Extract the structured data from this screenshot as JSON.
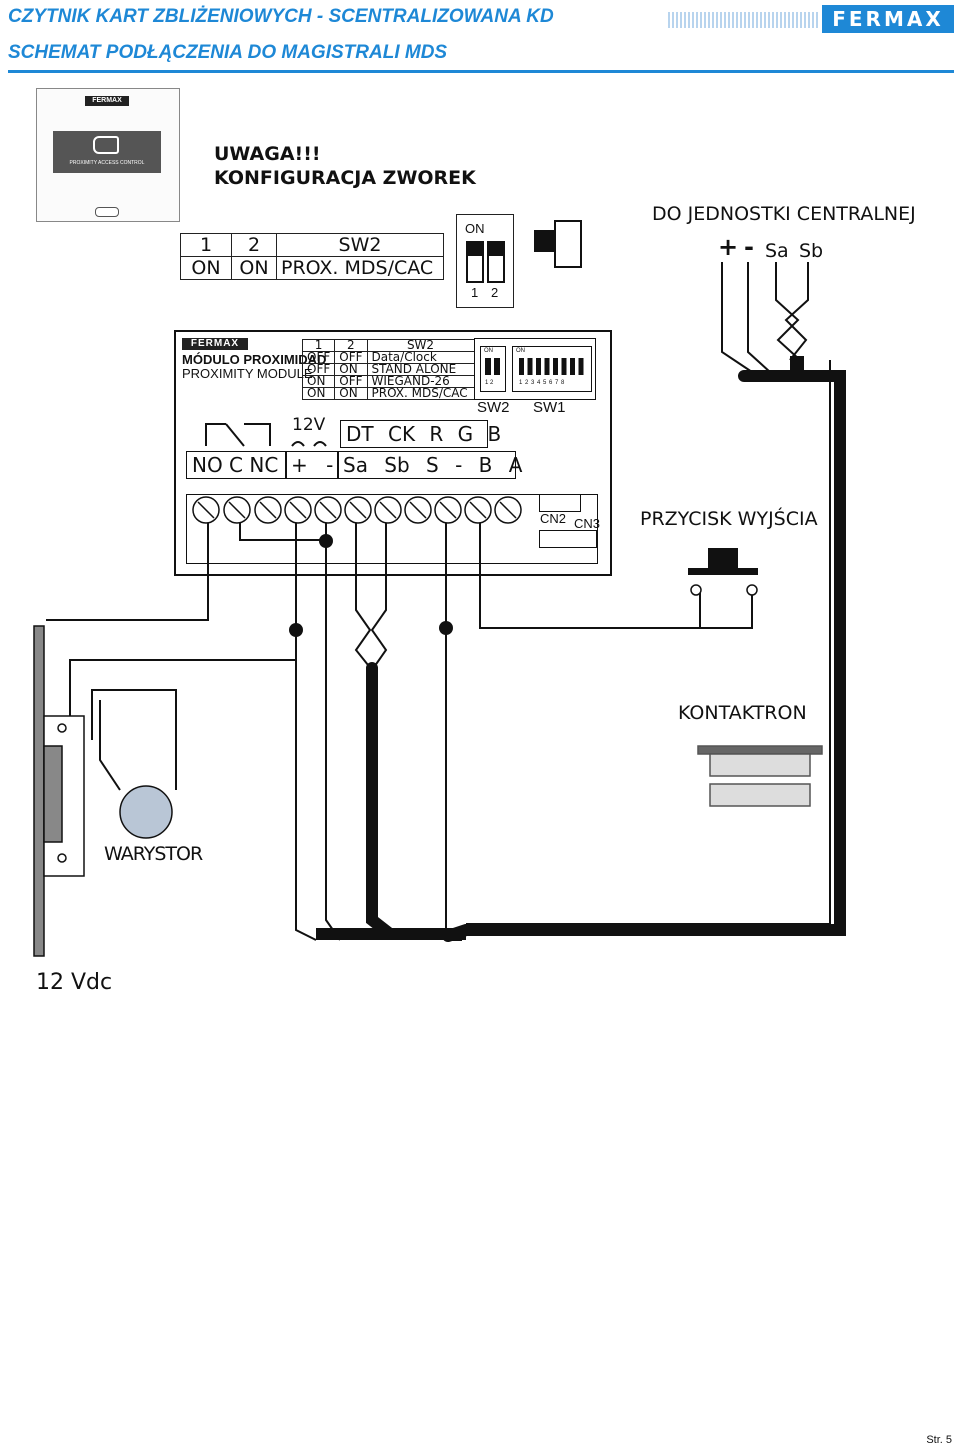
{
  "header": {
    "title": "CZYTNIK KART ZBLIŻENIOWYCH - SCENTRALIZOWANA KD",
    "subtitle": "SCHEMAT PODŁĄCZENIA DO MAGISTRALI MDS",
    "brand": "FERMAX"
  },
  "reader": {
    "brand": "FERMAX",
    "label": "PROXIMITY ACCESS CONTROL"
  },
  "warning": {
    "line1": "UWAGA!!!",
    "line2": "KONFIGURACJA ZWOREK"
  },
  "jumper_table": {
    "headers": [
      "1",
      "2",
      "SW2"
    ],
    "row": [
      "ON",
      "ON",
      "PROX. MDS/CAC"
    ]
  },
  "dip_small": {
    "on": "ON",
    "n1": "1",
    "n2": "2"
  },
  "central": {
    "label": "DO JEDNOSTKI CENTRALNEJ",
    "plus": "+",
    "minus": "-",
    "sa": "Sa",
    "sb": "Sb"
  },
  "module": {
    "brand": "FERMAX",
    "name_es": "MÓDULO PROXIMIDAD",
    "name_en": "PROXIMITY MODULE",
    "table_headers": [
      "1",
      "2",
      "SW2"
    ],
    "table_rows": [
      [
        "OFF",
        "OFF",
        "Data/Clock"
      ],
      [
        "OFF",
        "ON",
        "STAND ALONE"
      ],
      [
        "ON",
        "OFF",
        "WIEGAND-26"
      ],
      [
        "ON",
        "ON",
        "PROX. MDS/CAC"
      ]
    ],
    "sw2_on": "ON",
    "sw2_nums": "1 2",
    "sw1_on": "ON",
    "sw1_nums": "1 2 3 4 5 6 7 8",
    "sw2_label": "SW2",
    "sw1_label": "SW1",
    "v12": "12V",
    "relay_terms": "NO C NC",
    "power_terms": "+ -",
    "top_bus": "DT CK R G B",
    "bot_bus": "Sa Sb S - B A",
    "cn2": "CN2",
    "cn3": "CN3"
  },
  "exit_button": {
    "label": "PRZYCISK WYJŚCIA"
  },
  "reed": {
    "label": "KONTAKTRON"
  },
  "varistor": {
    "label": "WARYSTOR"
  },
  "lock": {
    "label": "12 Vdc"
  },
  "footer": {
    "page": "Str. 5"
  }
}
